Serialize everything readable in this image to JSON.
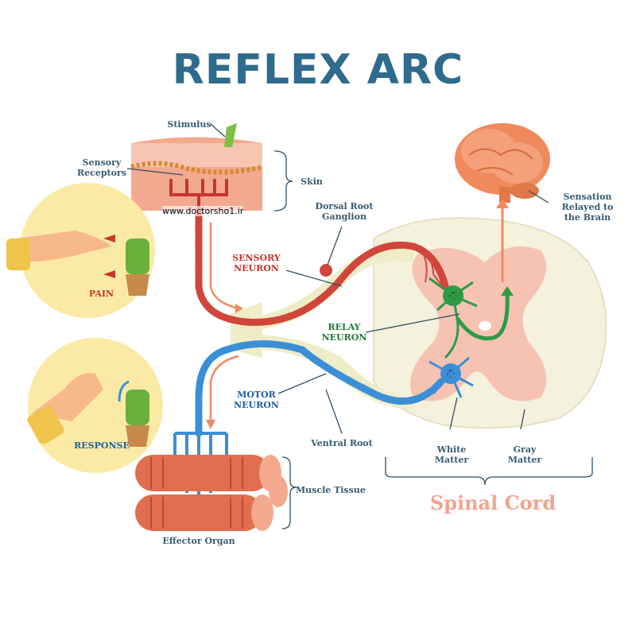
{
  "title": "REFLEX ARC",
  "watermark": "www.doctorsho1.ir",
  "labels": {
    "stimulus": "Stimulus",
    "sensory_receptors": "Sensory\nReceptors",
    "skin": "Skin",
    "dorsal_root_ganglion": "Dorsal Root\nGanglion",
    "sensation_relayed": "Sensation\nRelayed to\nthe Brain",
    "sensory_neuron": "SENSORY\nNEURON",
    "relay_neuron": "RELAY\nNEURON",
    "motor_neuron": "MOTOR\nNEURON",
    "pain": "PAIN",
    "response": "RESPONSE",
    "ventral_root": "Ventral Root",
    "white_matter": "White\nMatter",
    "gray_matter": "Gray\nMatter",
    "muscle_tissue": "Muscle Tissue",
    "effector_organ": "Effector Organ",
    "spinal_cord": "Spinal Cord"
  },
  "colors": {
    "title": "#2f6b8c",
    "sensory": "#d0463a",
    "motor": "#3b8fd6",
    "relay": "#2e9a45",
    "brain": "#f08a5d",
    "skin": "#f3a98f",
    "gray_matter": "#f6c3b3",
    "white_matter": "#f4f1dc",
    "circle_bg": "#fbeaa5"
  }
}
